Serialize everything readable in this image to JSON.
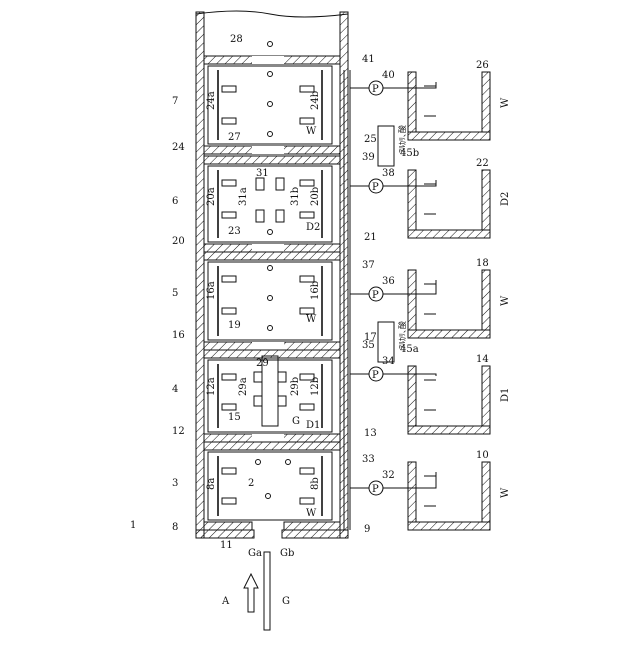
{
  "figure": {
    "apparatus_ref": "1",
    "tank_section_refs": [
      "3",
      "4",
      "5",
      "6",
      "7"
    ],
    "entrance_ref": "8",
    "glass_refs": {
      "substrate": "G",
      "front_face": "Ga",
      "back_face": "Gb",
      "direction": "A",
      "entry_point": "11"
    },
    "sections": [
      {
        "id": "3",
        "chamber": "8",
        "nozzles": [
          "8a",
          "8b"
        ],
        "extra": "2",
        "liquid": "W",
        "divider": "15"
      },
      {
        "id": "4",
        "chamber": "12",
        "nozzles": [
          "12a",
          "12b"
        ],
        "extra": "29",
        "sub": [
          "29a",
          "29b"
        ],
        "liquid": "D1",
        "divider": "19"
      },
      {
        "id": "5",
        "chamber": "16",
        "nozzles": [
          "16a",
          "16b"
        ],
        "liquid": "W",
        "divider": "23"
      },
      {
        "id": "6",
        "chamber": "20",
        "nozzles": [
          "20a",
          "20b"
        ],
        "extra": "31",
        "sub": [
          "31a",
          "31b"
        ],
        "liquid": "D2",
        "divider": "27"
      },
      {
        "id": "7",
        "chamber": "24",
        "nozzles": [
          "24a",
          "24b"
        ],
        "liquid": "W",
        "divider": "28"
      }
    ],
    "tanks": [
      {
        "ref": "10",
        "liquid": "W",
        "pipe": "9",
        "pump": "32",
        "line": "33"
      },
      {
        "ref": "14",
        "liquid": "D1",
        "pipe": "13",
        "pump": "34",
        "line": "35",
        "additive": "45a"
      },
      {
        "ref": "18",
        "liquid": "W",
        "pipe": "17",
        "pump": "36",
        "line": "37"
      },
      {
        "ref": "22",
        "liquid": "D2",
        "pipe": "21",
        "pump": "38",
        "line": "39",
        "additive": "45b"
      },
      {
        "ref": "26",
        "liquid": "W",
        "pipe": "25",
        "pump": "40",
        "line": "41"
      }
    ],
    "additive_box_text": "ｱﾙｶﾘ､酸",
    "pump_symbol": "P",
    "misc_labels": [
      "G"
    ]
  }
}
